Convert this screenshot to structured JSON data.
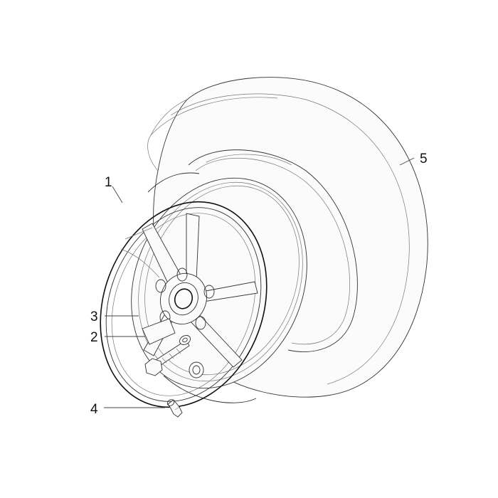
{
  "callouts": [
    {
      "id": "1",
      "label": "1"
    },
    {
      "id": "2",
      "label": "2"
    },
    {
      "id": "3",
      "label": "3"
    },
    {
      "id": "4",
      "label": "4"
    },
    {
      "id": "5",
      "label": "5"
    }
  ],
  "colors": {
    "line": "#333333",
    "background": "#ffffff"
  }
}
